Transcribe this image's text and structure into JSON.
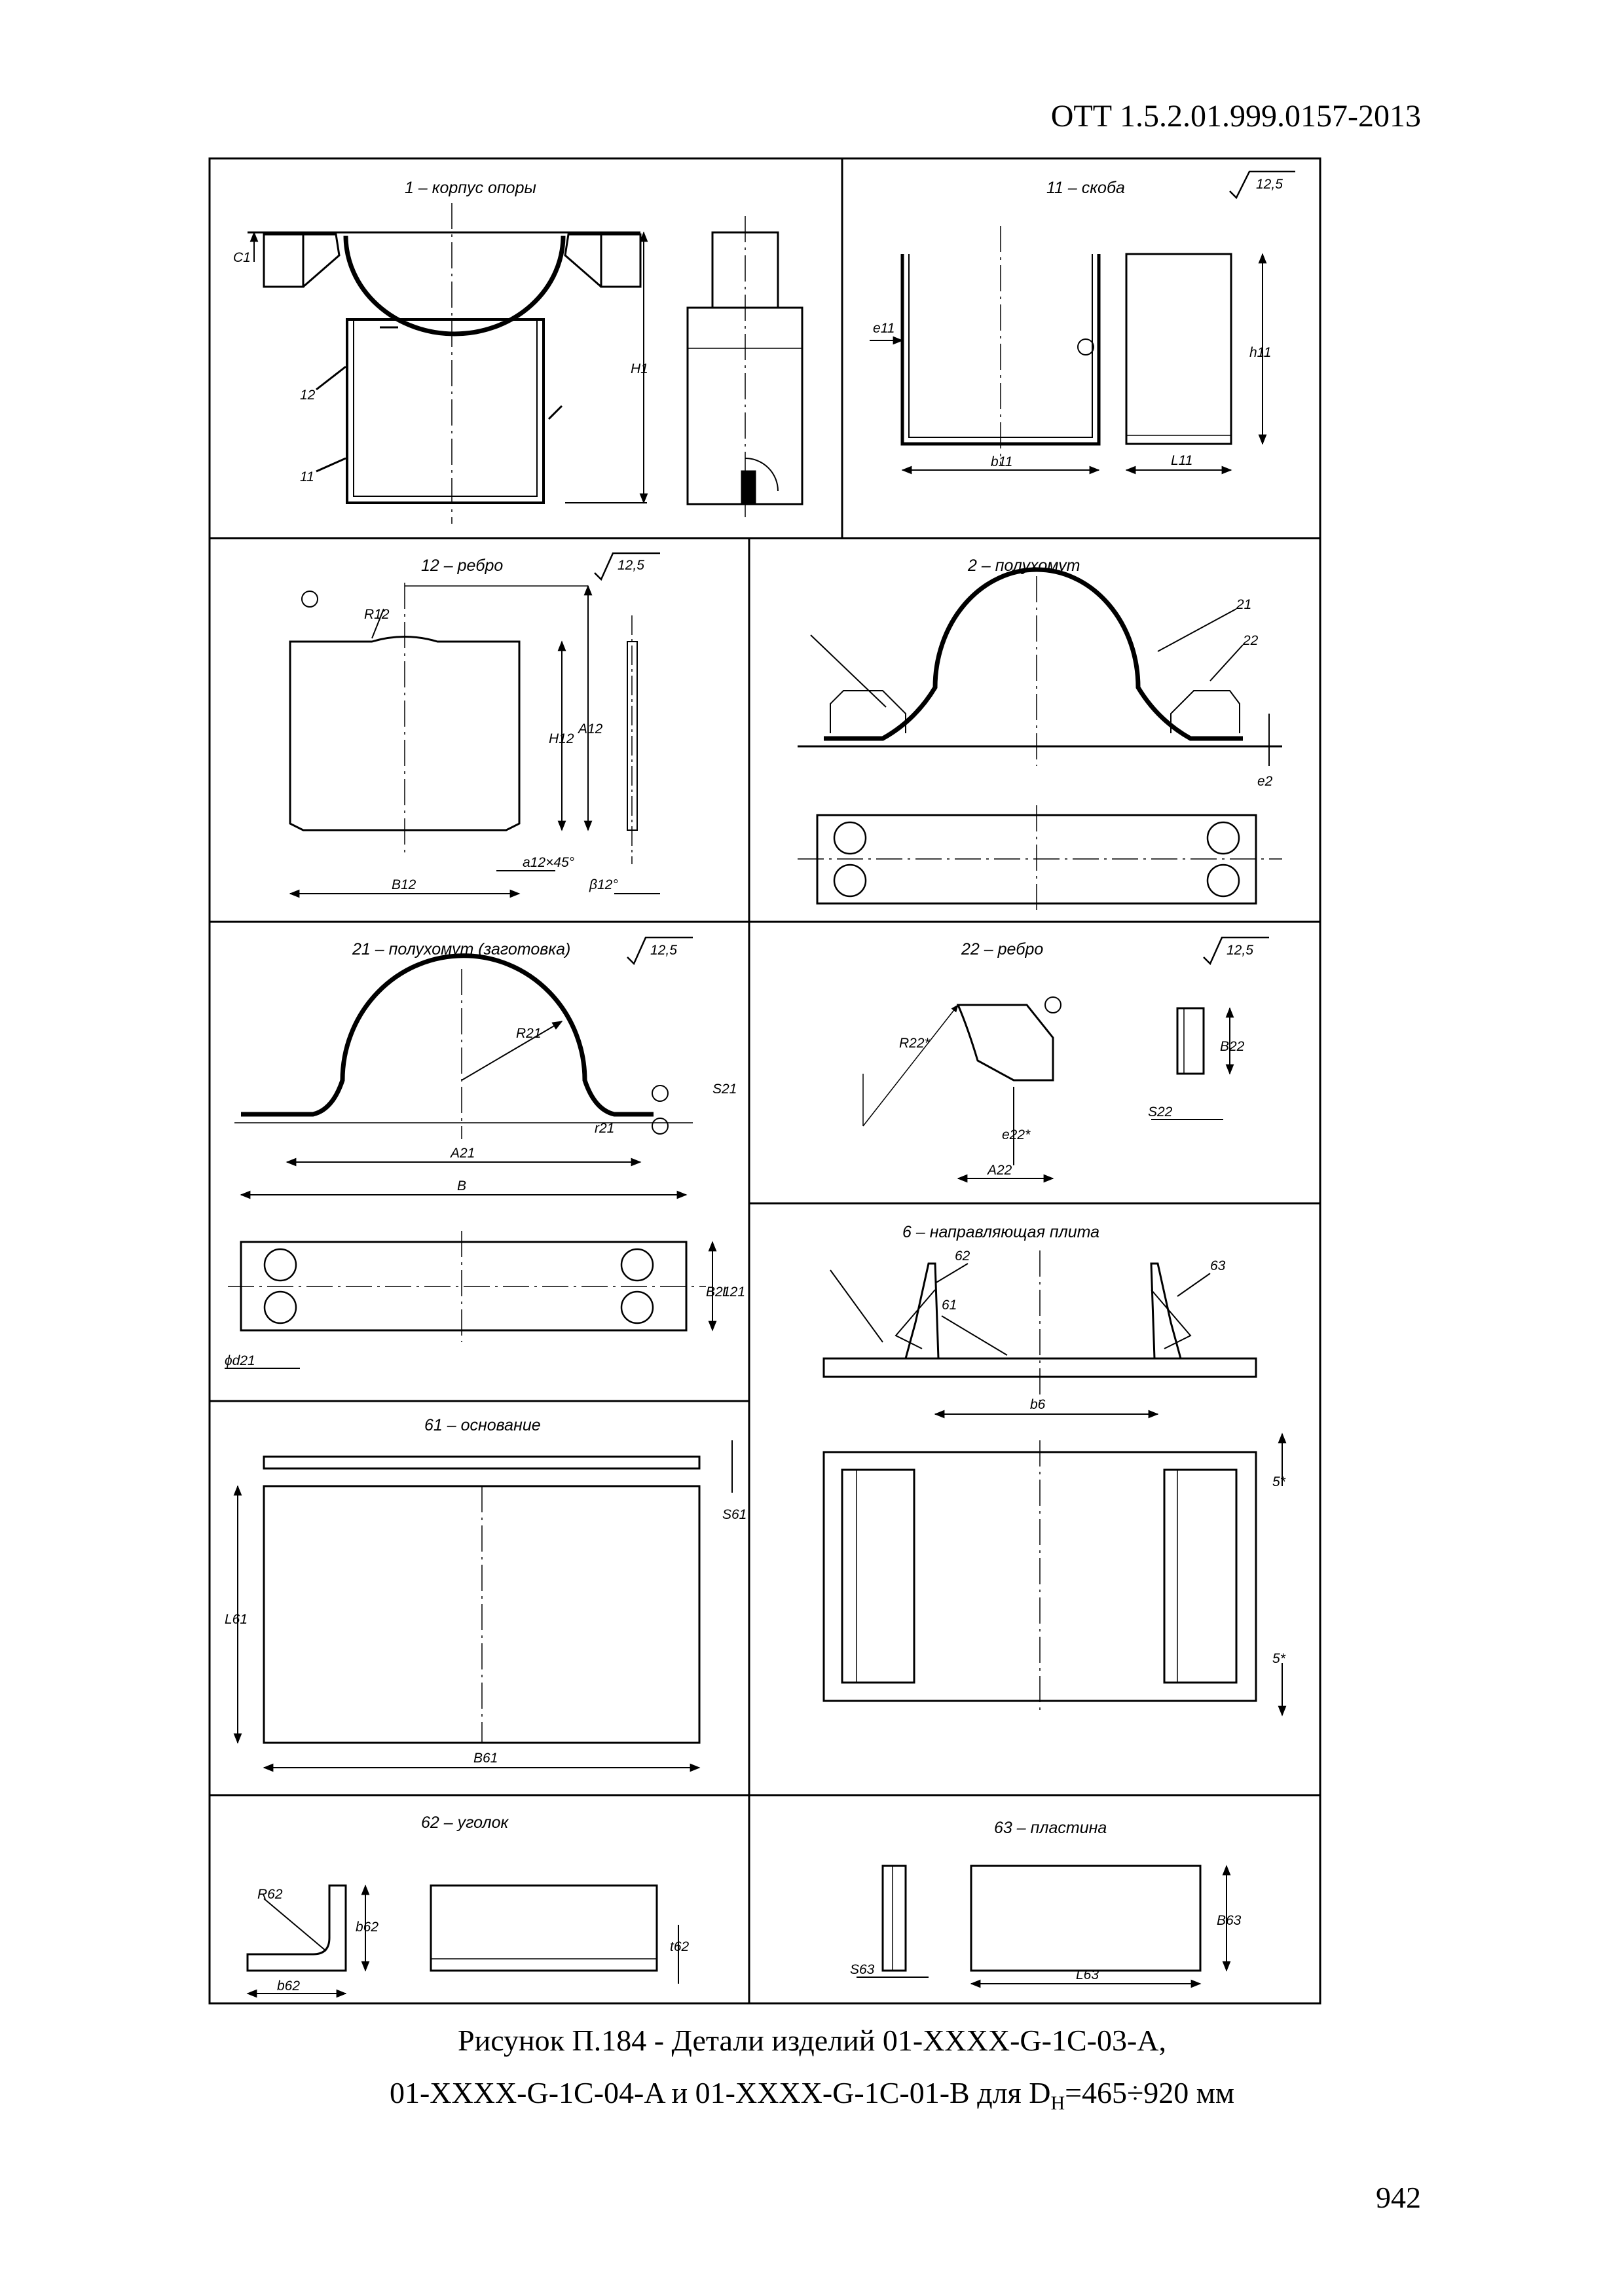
{
  "header": {
    "doc_code": "ОТТ 1.5.2.01.999.0157-2013"
  },
  "roughness": "12,5",
  "panels": [
    {
      "id": "p1",
      "title": "1 – корпус опоры",
      "dims": [
        "C1",
        "H1",
        "12",
        "11"
      ]
    },
    {
      "id": "p11",
      "title": "11 – скоба",
      "dims": [
        "e11",
        "b11",
        "h11",
        "L11"
      ]
    },
    {
      "id": "p12",
      "title": "12 – ребро",
      "dims": [
        "R12",
        "H12",
        "A12",
        "B12",
        "a12×45°",
        "β12°"
      ]
    },
    {
      "id": "p2",
      "title": "2 – полухомут",
      "dims": [
        "21",
        "22",
        "e2"
      ]
    },
    {
      "id": "p21",
      "title": "21 – полухомут (заготовка)",
      "dims": [
        "R21",
        "S21",
        "r21",
        "A21",
        "B",
        "B21",
        "L21",
        "ϕd21"
      ]
    },
    {
      "id": "p22",
      "title": "22 – ребро",
      "dims": [
        "R22*",
        "e22*",
        "A22",
        "B22",
        "S22"
      ]
    },
    {
      "id": "p6",
      "title": "6 – направляющая плита",
      "dims": [
        "62",
        "63",
        "61",
        "b6",
        "5*",
        "5*"
      ]
    },
    {
      "id": "p61",
      "title": "61 – основание",
      "dims": [
        "S61",
        "L61",
        "B61"
      ]
    },
    {
      "id": "p62",
      "title": "62 – уголок",
      "dims": [
        "R62",
        "b62",
        "b62",
        "t62"
      ]
    },
    {
      "id": "p63",
      "title": "63 – пластина",
      "dims": [
        "B63",
        "S63",
        "L63"
      ]
    }
  ],
  "caption": {
    "line1": "Рисунок П.184 - Детали изделий 01-XXXX-G-1C-03-A,",
    "line2_prefix": "01-XXXX-G-1C-04-A и 01-XXXX-G-1C-01-B для D",
    "line2_sub": "Н",
    "line2_suffix": "=465÷920 мм"
  },
  "page_number": "942"
}
